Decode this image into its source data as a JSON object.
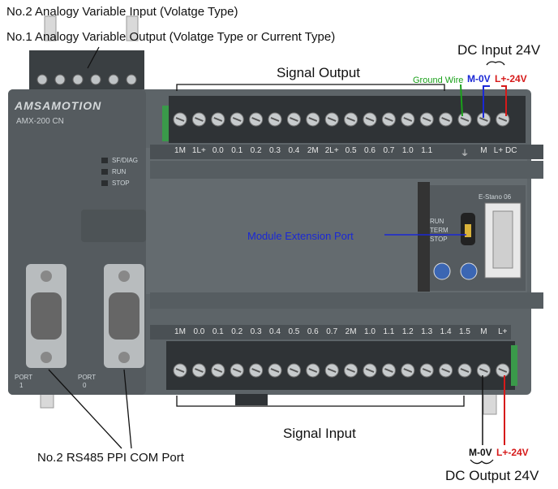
{
  "callouts": {
    "analog_input": "No.2 Analogy Variable Input (Volatge Type)",
    "analog_output": "No.1 Analogy Variable Output (Volatge Type or Current Type)",
    "signal_output": "Signal Output",
    "dc_input": "DC Input 24V",
    "ground_wire": "Ground Wire",
    "m0v_top": "M-0V",
    "lplus_top": "L+-24V",
    "module_ext": "Module Extension Port",
    "signal_input": "Signal Input",
    "rs485": "No.2 RS485 PPI COM Port",
    "m0v_bottom": "M-0V",
    "lplus_bottom": "L+-24V",
    "dc_output": "DC Output 24V"
  },
  "device": {
    "brand": "AMSAMOTION",
    "model": "AMX-200 CN",
    "leds": [
      "SF/DIAG",
      "RUN",
      "STOP"
    ],
    "switch_labels": [
      "RUN",
      "TERM",
      "STOP"
    ],
    "extension_label": "E-Stano 06",
    "port1": [
      "PORT",
      "1"
    ],
    "port0": [
      "PORT",
      "0"
    ]
  },
  "top_terminals": [
    "1M",
    "1L+",
    "0.0",
    "0.1",
    "0.2",
    "0.3",
    "0.4",
    "2M",
    "2L+",
    "0.5",
    "0.6",
    "0.7",
    "1.0",
    "1.1",
    "",
    "⏚",
    "M",
    "L+ DC"
  ],
  "bottom_terminals": [
    "1M",
    "0.0",
    "0.1",
    "0.2",
    "0.3",
    "0.4",
    "0.5",
    "0.6",
    "0.7",
    "2M",
    "1.0",
    "1.1",
    "1.2",
    "1.3",
    "1.4",
    "1.5",
    "M",
    "L+"
  ],
  "colors": {
    "ground": "#1aa11a",
    "negative": "#1a28d6",
    "positive": "#d61a1a",
    "housing": "#5d6468",
    "housing_dark": "#444a4d"
  }
}
